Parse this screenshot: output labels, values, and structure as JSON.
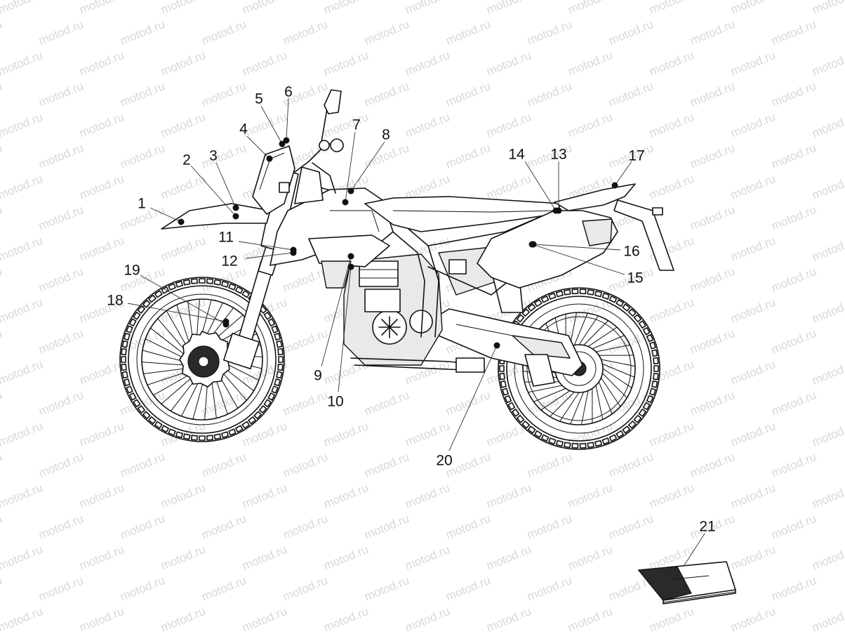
{
  "watermark": {
    "text": "motod.ru"
  },
  "callouts": [
    {
      "id": "1",
      "label": "1"
    },
    {
      "id": "2",
      "label": "2"
    },
    {
      "id": "3",
      "label": "3"
    },
    {
      "id": "4",
      "label": "4"
    },
    {
      "id": "5",
      "label": "5"
    },
    {
      "id": "6",
      "label": "6"
    },
    {
      "id": "7",
      "label": "7"
    },
    {
      "id": "8",
      "label": "8"
    },
    {
      "id": "9",
      "label": "9"
    },
    {
      "id": "10",
      "label": "10"
    },
    {
      "id": "11",
      "label": "11"
    },
    {
      "id": "12",
      "label": "12"
    },
    {
      "id": "13",
      "label": "13"
    },
    {
      "id": "14",
      "label": "14"
    },
    {
      "id": "15",
      "label": "15"
    },
    {
      "id": "16",
      "label": "16"
    },
    {
      "id": "17",
      "label": "17"
    },
    {
      "id": "18",
      "label": "18"
    },
    {
      "id": "19",
      "label": "19"
    },
    {
      "id": "20",
      "label": "20"
    },
    {
      "id": "21",
      "label": "21"
    }
  ],
  "colors": {
    "line": "#111111",
    "watermark": "#d8d8d8",
    "background": "#ffffff"
  }
}
